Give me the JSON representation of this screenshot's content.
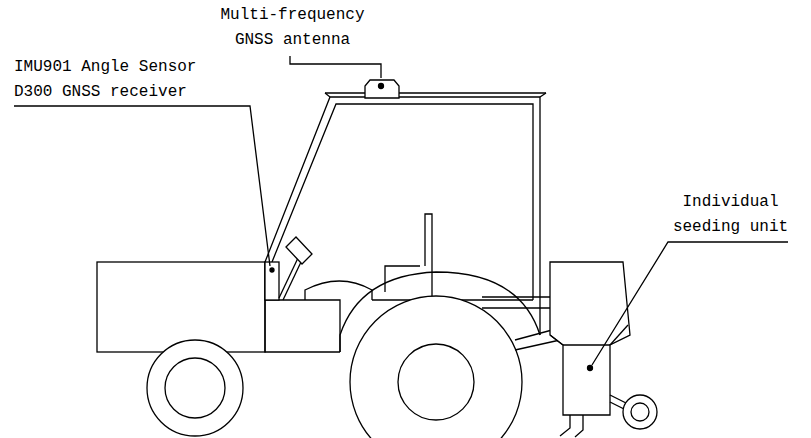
{
  "diagram": {
    "labels": [
      "Multi-frequency GNSS antenna",
      "IMU901 Angle Sensor",
      "D300 GNSS receiver",
      "Individual seeding unit"
    ]
  }
}
